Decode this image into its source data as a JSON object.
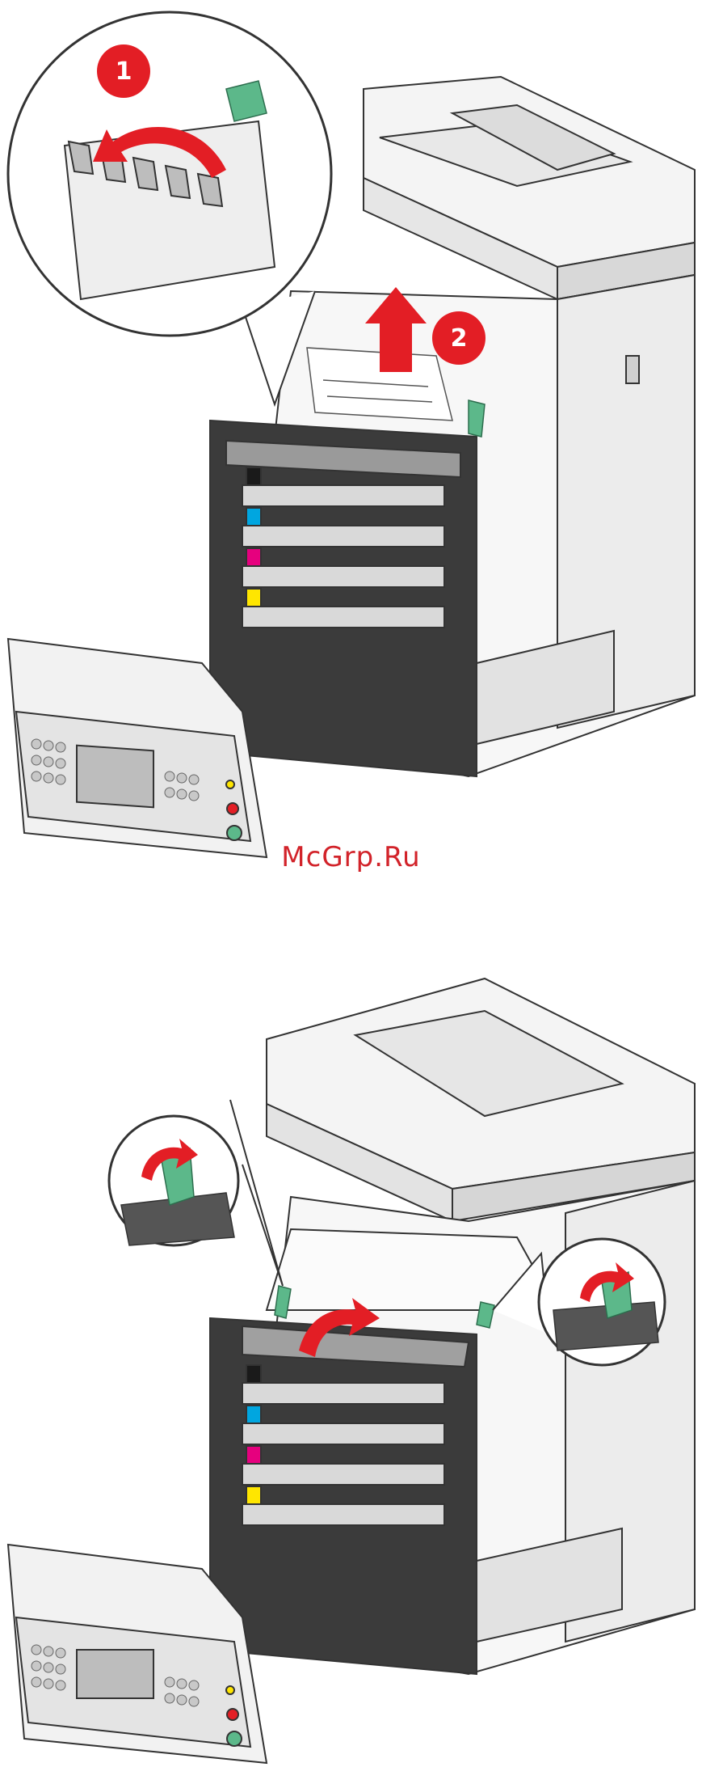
{
  "watermark": {
    "text": "McGrp.Ru",
    "color": "#d2232a"
  },
  "steps": [
    {
      "badge": "1",
      "color": "#e31e25"
    },
    {
      "badge": "2",
      "color": "#e31e25"
    }
  ],
  "toner_colors": {
    "black": "#1a1a1a",
    "cyan": "#00a6e0",
    "magenta": "#e6007e",
    "yellow": "#ffe600"
  },
  "accent": {
    "arrow": "#e31e25",
    "latch": "#5cb88a"
  },
  "icons": [
    "curved-arrow-icon",
    "up-arrow-icon",
    "latch-icon",
    "printer-illustration"
  ]
}
